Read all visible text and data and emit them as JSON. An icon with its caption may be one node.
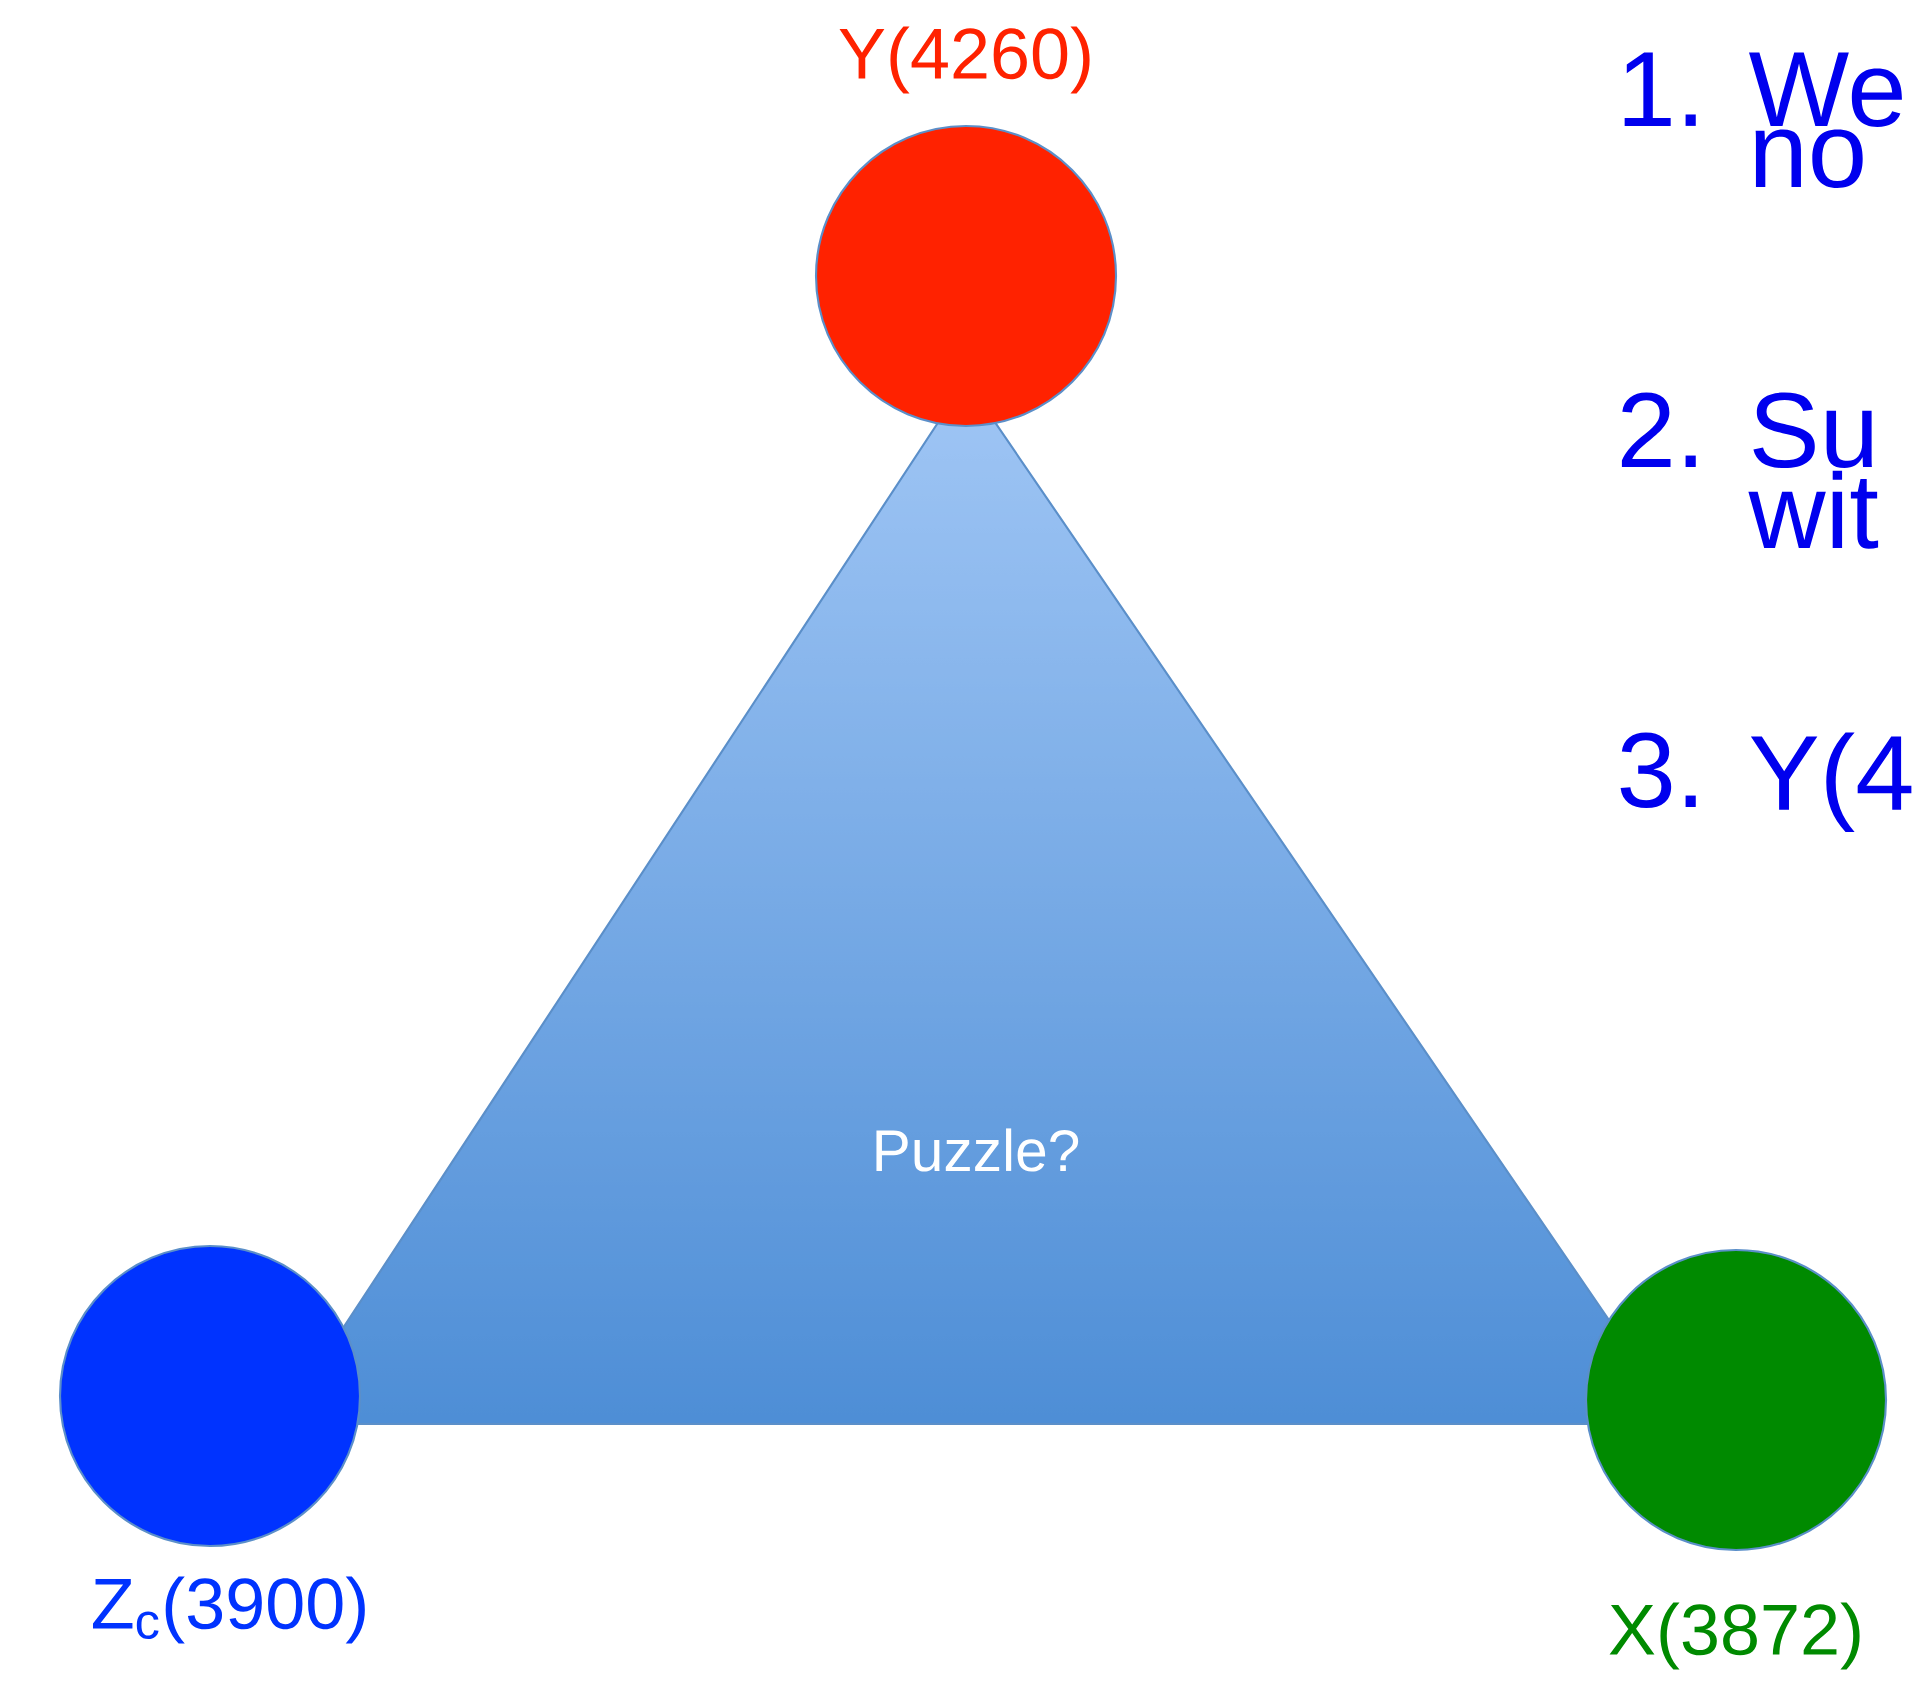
{
  "diagram": {
    "nodes": [
      {
        "text": [
          "Puzzle?"
        ]
      },
      {
        "text": [],
        "shape": "circle",
        "beside": [
          "Y(4260)"
        ]
      },
      {
        "text": [],
        "shape": "circle",
        "beside": [
          "Z$_{c}$(3900)"
        ]
      },
      {
        "text": [],
        "shape": "circle",
        "beside": [
          "X(3872)"
        ]
      }
    ],
    "labels": [
      "1.",
      "We no",
      "2.",
      "Su wit",
      "3.",
      "Y(4"
    ]
  }
}
